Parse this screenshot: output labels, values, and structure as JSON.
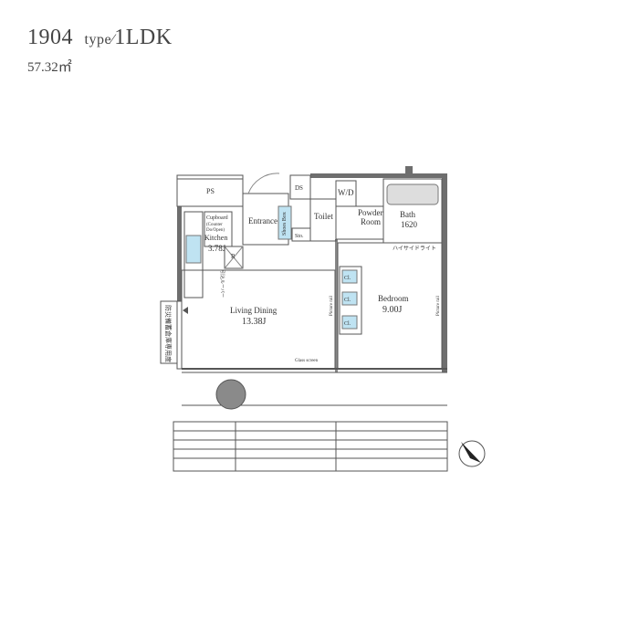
{
  "header": {
    "unit_number": "1904",
    "type_label": "type∕",
    "type_value": "1LDK",
    "area": "57.32㎡"
  },
  "rooms": {
    "ps": "PS",
    "ds": "DS",
    "wd": "W/D",
    "entrance": "Entrance",
    "shoes_box": "Shoes Box",
    "sto": "Sto.",
    "toilet": "Toilet",
    "powder_line1": "Powder",
    "powder_line2": "Room",
    "bath": "Bath",
    "bath_size": "1620",
    "cupboard_line1": "Cupboard",
    "cupboard_line2": "(Counter",
    "cupboard_line3": "Do/Open)",
    "kitchen": "Kitchen",
    "kitchen_size": "3.78J",
    "fridge": "R",
    "living": "Living Dining",
    "living_size": "13.38J",
    "bedroom": "Bedroom",
    "bedroom_size": "9.00J",
    "closet": "Cl.",
    "picture_rail": "Picture rail",
    "glass_screen": "Glass screen",
    "high_side_light": "ハイサイドライト",
    "shoe_cabinet_note": "引込ルーバー",
    "exclusive_storage": "防災備蓄倉庫専用度"
  },
  "colors": {
    "wall": "#555555",
    "wall_fill": "#6e6e6e",
    "line": "#666666",
    "accent_blue": "#bfe3f2",
    "column": "#8a8a8a"
  }
}
